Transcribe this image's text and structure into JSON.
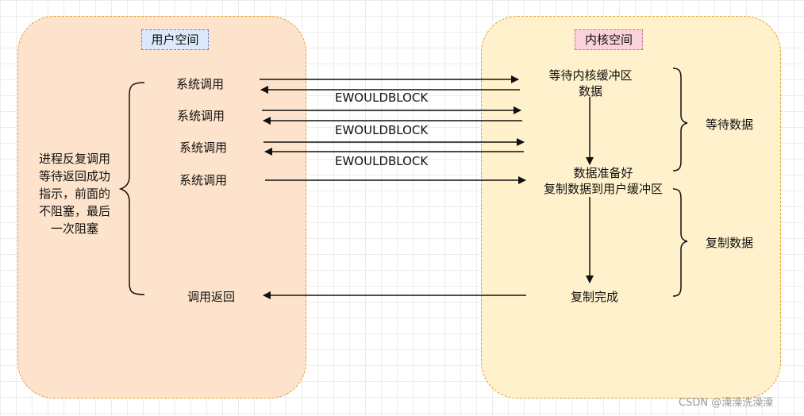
{
  "user_space": {
    "title": "用户空间"
  },
  "kernel_space": {
    "title": "内核空间"
  },
  "user_calls": [
    "系统调用",
    "系统调用",
    "系统调用",
    "系统调用"
  ],
  "call_return": "调用返回",
  "replies": [
    "EWOULDBLOCK",
    "EWOULDBLOCK",
    "EWOULDBLOCK"
  ],
  "left_note": [
    "进程反复调用",
    "等待返回成功",
    "指示，前面的",
    "不阻塞，最后",
    "一次阻塞"
  ],
  "kernel": {
    "wait_buffer": [
      "等待内核缓冲区",
      "数据"
    ],
    "data_ready": [
      "数据准备好",
      "复制数据到用户缓冲区"
    ],
    "copy_done": "复制完成"
  },
  "phases": {
    "wait": "等待数据",
    "copy": "复制数据"
  },
  "watermark": "CSDN @澡澡洗澡澡"
}
